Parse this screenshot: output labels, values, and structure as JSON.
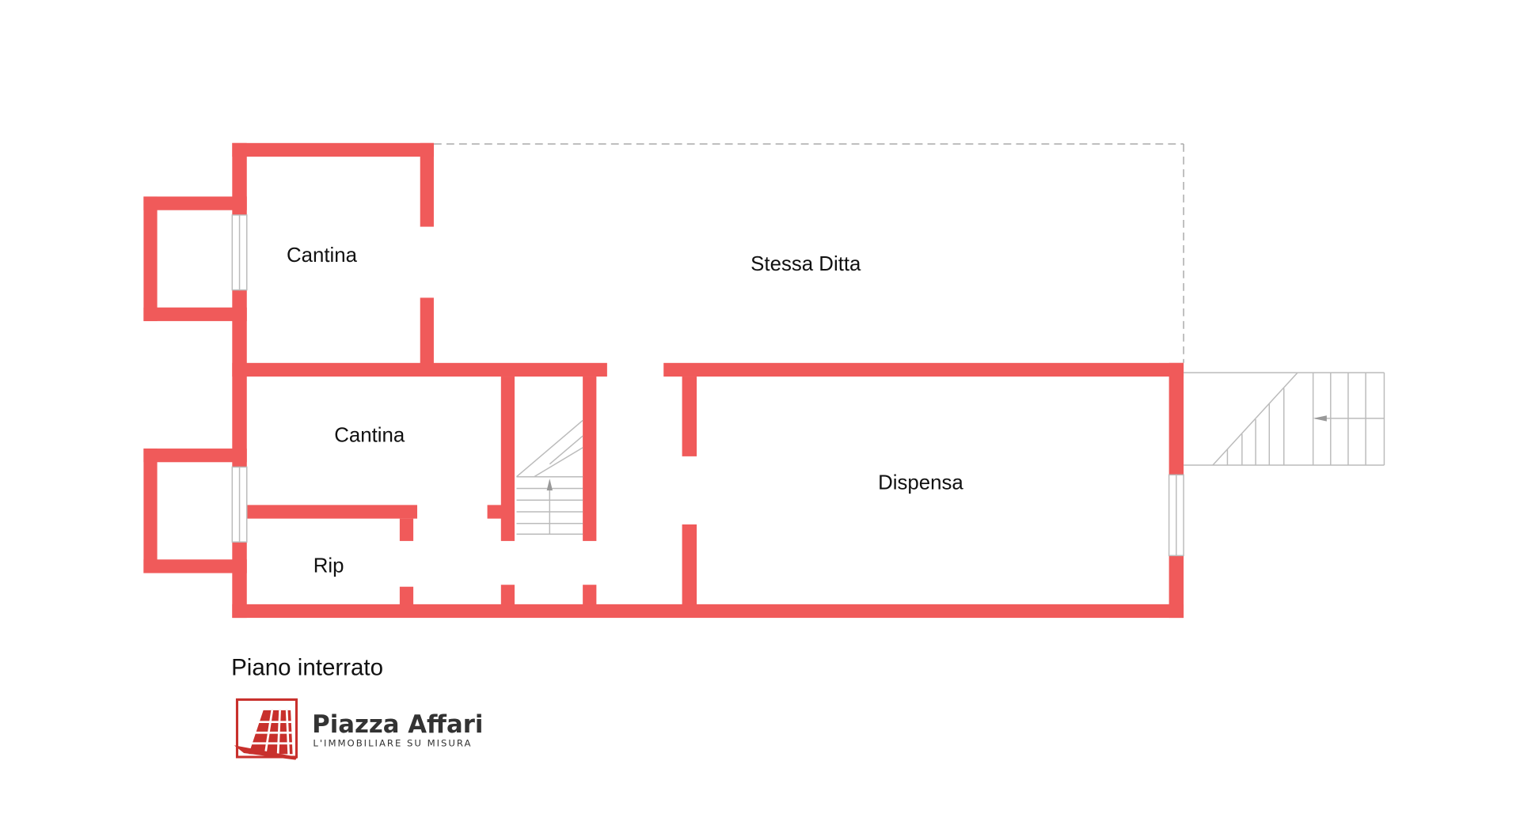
{
  "plan": {
    "floor_title": "Piano interrato",
    "rooms": [
      {
        "name": "Cantina"
      },
      {
        "name": "Stessa Ditta"
      },
      {
        "name": "Cantina"
      },
      {
        "name": "Dispensa"
      },
      {
        "name": "Rip"
      }
    ]
  },
  "logo": {
    "brand": "Piazza Affari",
    "tagline": "L'IMMOBILIARE SU MISURA"
  },
  "colors": {
    "wall": "#f05a5a",
    "logo_red": "#c8302c",
    "text": "#111111"
  }
}
